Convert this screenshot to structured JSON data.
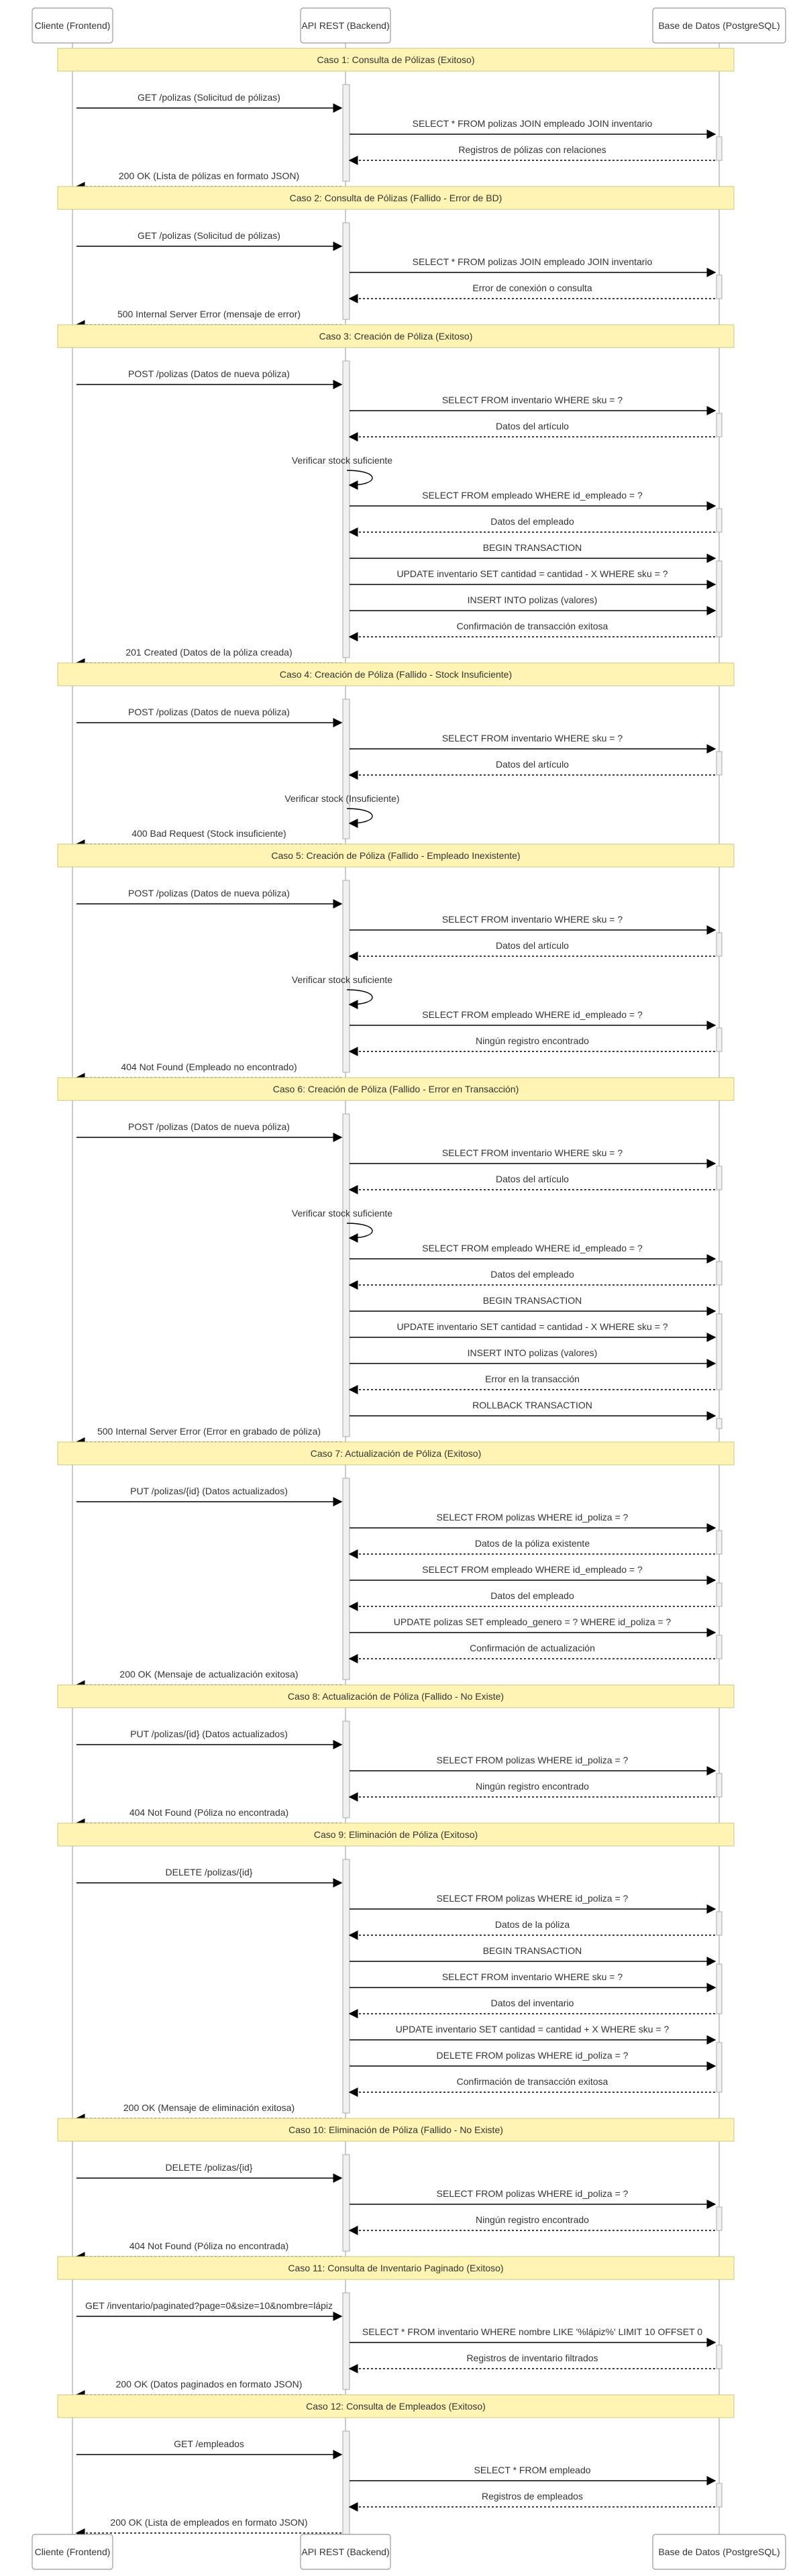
{
  "diagram": {
    "participants": [
      {
        "id": "client",
        "label": "Cliente (Frontend)"
      },
      {
        "id": "api",
        "label": "API REST (Backend)"
      },
      {
        "id": "db",
        "label": "Base de Datos (PostgreSQL)"
      }
    ],
    "colors": {
      "note_fill": "#fff4b3",
      "note_stroke": "#c8c888",
      "line": "#000000",
      "actor_stroke": "#999999",
      "activation": "#f0f0f0"
    },
    "events": [
      {
        "kind": "note",
        "text": "Caso 1: Consulta de Pólizas (Exitoso)"
      },
      {
        "kind": "msg",
        "from": "client",
        "to": "api",
        "text": "GET /polizas (Solicitud de pólizas)"
      },
      {
        "kind": "msg",
        "from": "api",
        "to": "db",
        "text": "SELECT * FROM polizas JOIN empleado JOIN inventario"
      },
      {
        "kind": "reply",
        "from": "db",
        "to": "api",
        "text": "Registros de pólizas con relaciones"
      },
      {
        "kind": "reply",
        "from": "api",
        "to": "client",
        "text": "200 OK (Lista de pólizas en formato JSON)"
      },
      {
        "kind": "note",
        "text": "Caso 2: Consulta de Pólizas (Fallido - Error de BD)"
      },
      {
        "kind": "msg",
        "from": "client",
        "to": "api",
        "text": "GET /polizas (Solicitud de pólizas)"
      },
      {
        "kind": "msg",
        "from": "api",
        "to": "db",
        "text": "SELECT * FROM polizas JOIN empleado JOIN inventario"
      },
      {
        "kind": "reply",
        "from": "db",
        "to": "api",
        "text": "Error de conexión o consulta"
      },
      {
        "kind": "reply",
        "from": "api",
        "to": "client",
        "text": "500 Internal Server Error (mensaje de error)"
      },
      {
        "kind": "note",
        "text": "Caso 3: Creación de Póliza (Exitoso)"
      },
      {
        "kind": "msg",
        "from": "client",
        "to": "api",
        "text": "POST /polizas (Datos de nueva póliza)"
      },
      {
        "kind": "msg",
        "from": "api",
        "to": "db",
        "text": "SELECT FROM inventario WHERE sku = ?"
      },
      {
        "kind": "reply",
        "from": "db",
        "to": "api",
        "text": "Datos del artículo"
      },
      {
        "kind": "self",
        "on": "api",
        "text": "Verificar stock suficiente"
      },
      {
        "kind": "msg",
        "from": "api",
        "to": "db",
        "text": "SELECT FROM empleado WHERE id_empleado = ?"
      },
      {
        "kind": "reply",
        "from": "db",
        "to": "api",
        "text": "Datos del empleado"
      },
      {
        "kind": "msg",
        "from": "api",
        "to": "db",
        "text": "BEGIN TRANSACTION"
      },
      {
        "kind": "msg",
        "from": "api",
        "to": "db",
        "text": "UPDATE inventario SET cantidad = cantidad - X WHERE sku = ?"
      },
      {
        "kind": "msg",
        "from": "api",
        "to": "db",
        "text": "INSERT INTO polizas (valores)"
      },
      {
        "kind": "reply",
        "from": "db",
        "to": "api",
        "text": "Confirmación de transacción exitosa"
      },
      {
        "kind": "reply",
        "from": "api",
        "to": "client",
        "text": "201 Created (Datos de la póliza creada)"
      },
      {
        "kind": "note",
        "text": "Caso 4: Creación de Póliza (Fallido - Stock Insuficiente)"
      },
      {
        "kind": "msg",
        "from": "client",
        "to": "api",
        "text": "POST /polizas (Datos de nueva póliza)"
      },
      {
        "kind": "msg",
        "from": "api",
        "to": "db",
        "text": "SELECT FROM inventario WHERE sku = ?"
      },
      {
        "kind": "reply",
        "from": "db",
        "to": "api",
        "text": "Datos del artículo"
      },
      {
        "kind": "self",
        "on": "api",
        "text": "Verificar stock (Insuficiente)"
      },
      {
        "kind": "reply",
        "from": "api",
        "to": "client",
        "text": "400 Bad Request (Stock insuficiente)"
      },
      {
        "kind": "note",
        "text": "Caso 5: Creación de Póliza (Fallido - Empleado Inexistente)"
      },
      {
        "kind": "msg",
        "from": "client",
        "to": "api",
        "text": "POST /polizas (Datos de nueva póliza)"
      },
      {
        "kind": "msg",
        "from": "api",
        "to": "db",
        "text": "SELECT FROM inventario WHERE sku = ?"
      },
      {
        "kind": "reply",
        "from": "db",
        "to": "api",
        "text": "Datos del artículo"
      },
      {
        "kind": "self",
        "on": "api",
        "text": "Verificar stock suficiente"
      },
      {
        "kind": "msg",
        "from": "api",
        "to": "db",
        "text": "SELECT FROM empleado WHERE id_empleado = ?"
      },
      {
        "kind": "reply",
        "from": "db",
        "to": "api",
        "text": "Ningún registro encontrado"
      },
      {
        "kind": "reply",
        "from": "api",
        "to": "client",
        "text": "404 Not Found (Empleado no encontrado)"
      },
      {
        "kind": "note",
        "text": "Caso 6: Creación de Póliza (Fallido - Error en Transacción)"
      },
      {
        "kind": "msg",
        "from": "client",
        "to": "api",
        "text": "POST /polizas (Datos de nueva póliza)"
      },
      {
        "kind": "msg",
        "from": "api",
        "to": "db",
        "text": "SELECT FROM inventario WHERE sku = ?"
      },
      {
        "kind": "reply",
        "from": "db",
        "to": "api",
        "text": "Datos del artículo"
      },
      {
        "kind": "self",
        "on": "api",
        "text": "Verificar stock suficiente"
      },
      {
        "kind": "msg",
        "from": "api",
        "to": "db",
        "text": "SELECT FROM empleado WHERE id_empleado = ?"
      },
      {
        "kind": "reply",
        "from": "db",
        "to": "api",
        "text": "Datos del empleado"
      },
      {
        "kind": "msg",
        "from": "api",
        "to": "db",
        "text": "BEGIN TRANSACTION"
      },
      {
        "kind": "msg",
        "from": "api",
        "to": "db",
        "text": "UPDATE inventario SET cantidad = cantidad - X WHERE sku = ?"
      },
      {
        "kind": "msg",
        "from": "api",
        "to": "db",
        "text": "INSERT INTO polizas (valores)"
      },
      {
        "kind": "reply",
        "from": "db",
        "to": "api",
        "text": "Error en la transacción"
      },
      {
        "kind": "msg",
        "from": "api",
        "to": "db",
        "text": "ROLLBACK TRANSACTION"
      },
      {
        "kind": "reply",
        "from": "api",
        "to": "client",
        "text": "500 Internal Server Error (Error en grabado de póliza)"
      },
      {
        "kind": "note",
        "text": "Caso 7: Actualización de Póliza (Exitoso)"
      },
      {
        "kind": "msg",
        "from": "client",
        "to": "api",
        "text": "PUT /polizas/{id} (Datos actualizados)"
      },
      {
        "kind": "msg",
        "from": "api",
        "to": "db",
        "text": "SELECT FROM polizas WHERE id_poliza = ?"
      },
      {
        "kind": "reply",
        "from": "db",
        "to": "api",
        "text": "Datos de la póliza existente"
      },
      {
        "kind": "msg",
        "from": "api",
        "to": "db",
        "text": "SELECT FROM empleado WHERE id_empleado = ?"
      },
      {
        "kind": "reply",
        "from": "db",
        "to": "api",
        "text": "Datos del empleado"
      },
      {
        "kind": "msg",
        "from": "api",
        "to": "db",
        "text": "UPDATE polizas SET empleado_genero = ? WHERE id_poliza = ?"
      },
      {
        "kind": "reply",
        "from": "db",
        "to": "api",
        "text": "Confirmación de actualización"
      },
      {
        "kind": "reply",
        "from": "api",
        "to": "client",
        "text": "200 OK (Mensaje de actualización exitosa)"
      },
      {
        "kind": "note",
        "text": "Caso 8: Actualización de Póliza (Fallido - No Existe)"
      },
      {
        "kind": "msg",
        "from": "client",
        "to": "api",
        "text": "PUT /polizas/{id} (Datos actualizados)"
      },
      {
        "kind": "msg",
        "from": "api",
        "to": "db",
        "text": "SELECT FROM polizas WHERE id_poliza = ?"
      },
      {
        "kind": "reply",
        "from": "db",
        "to": "api",
        "text": "Ningún registro encontrado"
      },
      {
        "kind": "reply",
        "from": "api",
        "to": "client",
        "text": "404 Not Found (Póliza no encontrada)"
      },
      {
        "kind": "note",
        "text": "Caso 9: Eliminación de Póliza (Exitoso)"
      },
      {
        "kind": "msg",
        "from": "client",
        "to": "api",
        "text": "DELETE /polizas/{id}"
      },
      {
        "kind": "msg",
        "from": "api",
        "to": "db",
        "text": "SELECT FROM polizas WHERE id_poliza = ?"
      },
      {
        "kind": "reply",
        "from": "db",
        "to": "api",
        "text": "Datos de la póliza"
      },
      {
        "kind": "msg",
        "from": "api",
        "to": "db",
        "text": "BEGIN TRANSACTION"
      },
      {
        "kind": "msg",
        "from": "api",
        "to": "db",
        "text": "SELECT FROM inventario WHERE sku = ?"
      },
      {
        "kind": "reply",
        "from": "db",
        "to": "api",
        "text": "Datos del inventario"
      },
      {
        "kind": "msg",
        "from": "api",
        "to": "db",
        "text": "UPDATE inventario SET cantidad = cantidad + X WHERE sku = ?"
      },
      {
        "kind": "msg",
        "from": "api",
        "to": "db",
        "text": "DELETE FROM polizas WHERE id_poliza = ?"
      },
      {
        "kind": "reply",
        "from": "db",
        "to": "api",
        "text": "Confirmación de transacción exitosa"
      },
      {
        "kind": "reply",
        "from": "api",
        "to": "client",
        "text": "200 OK (Mensaje de eliminación exitosa)"
      },
      {
        "kind": "note",
        "text": "Caso 10: Eliminación de Póliza (Fallido - No Existe)"
      },
      {
        "kind": "msg",
        "from": "client",
        "to": "api",
        "text": "DELETE /polizas/{id}"
      },
      {
        "kind": "msg",
        "from": "api",
        "to": "db",
        "text": "SELECT FROM polizas WHERE id_poliza = ?"
      },
      {
        "kind": "reply",
        "from": "db",
        "to": "api",
        "text": "Ningún registro encontrado"
      },
      {
        "kind": "reply",
        "from": "api",
        "to": "client",
        "text": "404 Not Found (Póliza no encontrada)"
      },
      {
        "kind": "note",
        "text": "Caso 11: Consulta de Inventario Paginado (Exitoso)"
      },
      {
        "kind": "msg",
        "from": "client",
        "to": "api",
        "text": "GET /inventario/paginated?page=0&size=10&nombre=lápiz"
      },
      {
        "kind": "msg",
        "from": "api",
        "to": "db",
        "text": "SELECT * FROM inventario WHERE nombre LIKE '%lápiz%' LIMIT 10 OFFSET 0"
      },
      {
        "kind": "reply",
        "from": "db",
        "to": "api",
        "text": "Registros de inventario filtrados"
      },
      {
        "kind": "reply",
        "from": "api",
        "to": "client",
        "text": "200 OK (Datos paginados en formato JSON)"
      },
      {
        "kind": "note",
        "text": "Caso 12: Consulta de Empleados (Exitoso)"
      },
      {
        "kind": "msg",
        "from": "client",
        "to": "api",
        "text": "GET /empleados"
      },
      {
        "kind": "msg",
        "from": "api",
        "to": "db",
        "text": "SELECT * FROM empleado"
      },
      {
        "kind": "reply",
        "from": "db",
        "to": "api",
        "text": "Registros de empleados"
      },
      {
        "kind": "reply",
        "from": "api",
        "to": "client",
        "text": "200 OK (Lista de empleados en formato JSON)"
      }
    ]
  }
}
